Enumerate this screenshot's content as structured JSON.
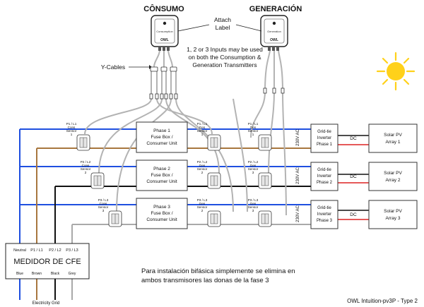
{
  "transmitters": {
    "consumption": {
      "title": "CÔNSUMO",
      "device_label": "Consumption",
      "brand": "OWL"
    },
    "generation": {
      "title": "GENERACIÓN",
      "device_label": "Generation",
      "brand": "OWL"
    }
  },
  "annotations": {
    "attach_label": [
      "Attach",
      "Label"
    ],
    "inputs_note": [
      "1, 2 or 3 Inputs may be used",
      "on both the Consumption &",
      "Generation Transmitters"
    ],
    "y_cables": "Y-Cables",
    "spanish_note": [
      "Para instalación bifásica simplemente se elimina en",
      "ambos transmisores las donas de la fase 3"
    ],
    "footer": "OWL Intuition-pv3P - Type 2",
    "electricity_grid": "Electricity Grid"
  },
  "phases": [
    {
      "fuse_box": [
        "Phase 1",
        "Fuse Box /",
        "Consumer Unit"
      ],
      "cons_sensor": [
        "P1 / L1",
        "Cons",
        "Sensor",
        "1"
      ],
      "gen_sensor": [
        "P1 / L1",
        "Gen",
        "Sensor",
        "1"
      ],
      "gen_sensor_b": [
        "P1 / L1",
        "Gen",
        "Sensor",
        "1"
      ],
      "voltage": "230V AC",
      "inverter": [
        "Grid-tie",
        "Inverter",
        "Phase 1"
      ],
      "dc": "DC",
      "solar": [
        "Solar PV",
        "Array 1"
      ]
    },
    {
      "fuse_box": [
        "Phase 2",
        "Fuse Box /",
        "Consumer Unit"
      ],
      "cons_sensor": [
        "P2 / L2",
        "Cons",
        "Sensor",
        "2"
      ],
      "gen_sensor": [
        "P2 / L2",
        "Gen",
        "Sensor",
        "2"
      ],
      "gen_sensor_b": [
        "P2 / L2",
        "Gen",
        "Sensor",
        "3"
      ],
      "voltage": "230V AC",
      "inverter": [
        "Grid-tie",
        "Inverter",
        "Phase 2"
      ],
      "dc": "DC",
      "solar": [
        "Solar PV",
        "Array 2"
      ]
    },
    {
      "fuse_box": [
        "Phase 3",
        "Fuse Box /",
        "Consumer Unit"
      ],
      "cons_sensor": [
        "P3 / L3",
        "Cons",
        "Sensor",
        "3"
      ],
      "gen_sensor": [
        "P3 / L3",
        "Gen",
        "Sensor",
        "2"
      ],
      "gen_sensor_b": [
        "P3 / L3",
        "Gen",
        "Sensor",
        "3"
      ],
      "voltage": "230V AC",
      "inverter": [
        "Grid-tie",
        "Inverter",
        "Phase 3"
      ],
      "dc": "DC",
      "solar": [
        "Solar PV",
        "Array 3"
      ]
    }
  ],
  "meter": {
    "title": "MEDIDOR DE CFE",
    "terminals": [
      "Neutral",
      "P1 / L1",
      "P2 / L2",
      "P3 / L3"
    ],
    "wire_colors": [
      "Blue",
      "Brown",
      "Black",
      "Grey"
    ]
  },
  "colors": {
    "neutral": "#1f4fe0",
    "l1": "#a8763e",
    "l2": "#111111",
    "l3": "#a9a9a9",
    "dc_positive": "#dd2222",
    "sensor_cable": "#b3b3b3",
    "sun": "#ffd11a"
  }
}
